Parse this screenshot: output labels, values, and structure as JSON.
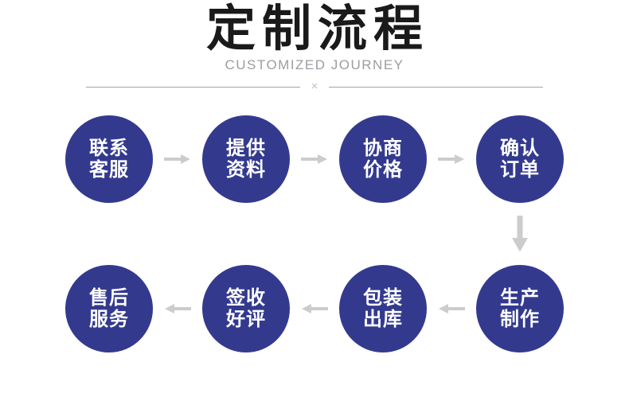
{
  "header": {
    "title": "定制流程",
    "subtitle": "CUSTOMIZED JOURNEY",
    "divider_mark": "×"
  },
  "colors": {
    "circle-bg": "#333A8E",
    "circle-text": "#FFFFFF",
    "arrow": "#CCCCCC",
    "title-color": "#1A1A1A",
    "subtitle-color": "#9A9DA1",
    "divider-line": "#A3A3A3",
    "divider-mark": "#C0C0C0",
    "page-bg": "#FFFFFF"
  },
  "flow": {
    "top_row": [
      {
        "line1": "联系",
        "line2": "客服"
      },
      {
        "line1": "提供",
        "line2": "资料"
      },
      {
        "line1": "协商",
        "line2": "价格"
      },
      {
        "line1": "确认",
        "line2": "订单"
      }
    ],
    "bottom_row": [
      {
        "line1": "售后",
        "line2": "服务"
      },
      {
        "line1": "签收",
        "line2": "好评"
      },
      {
        "line1": "包装",
        "line2": "出库"
      },
      {
        "line1": "生产",
        "line2": "制作"
      }
    ]
  }
}
